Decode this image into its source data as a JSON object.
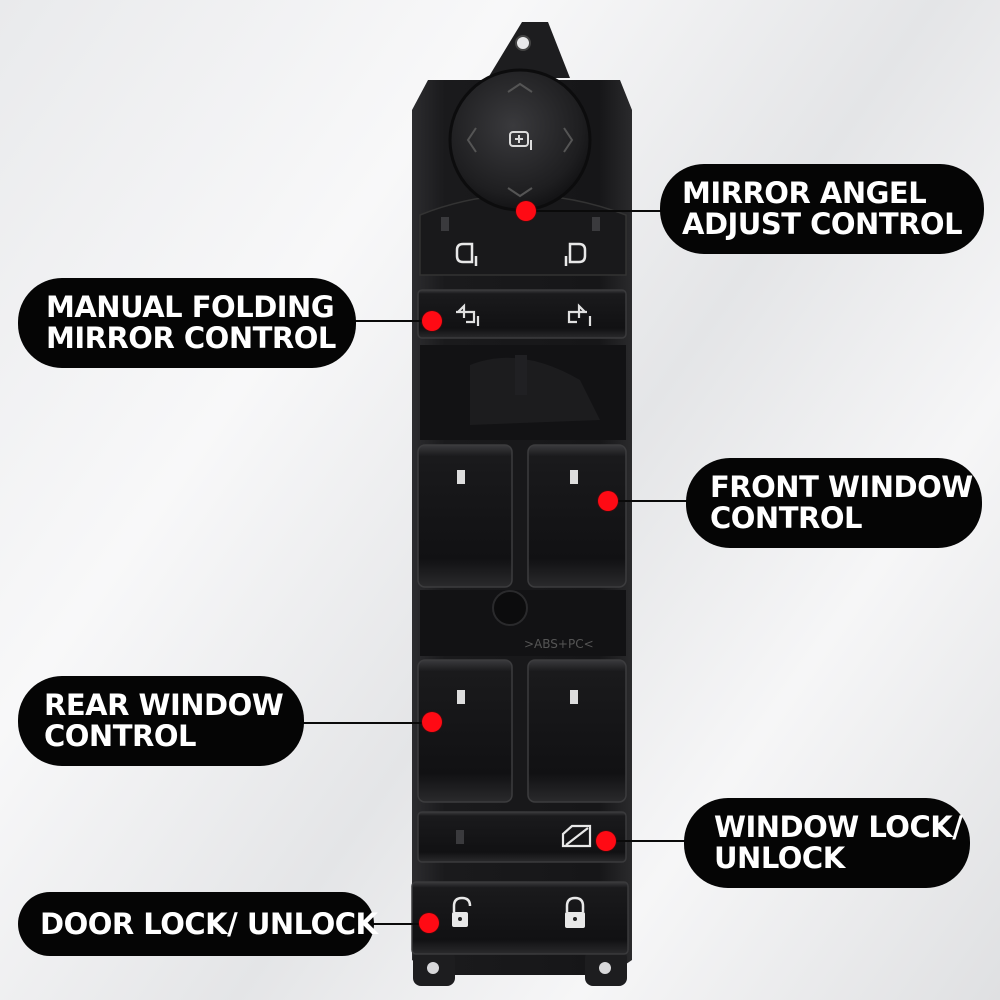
{
  "callouts": {
    "mirror_adjust": {
      "line1": "MIRROR ANGEL",
      "line2": "ADJUST CONTROL"
    },
    "manual_folding": {
      "line1": "MANUAL FOLDING",
      "line2": "MIRROR CONTROL"
    },
    "front_window": {
      "line1": "FRONT WINDOW",
      "line2": "CONTROL"
    },
    "rear_window": {
      "line1": "REAR WINDOW",
      "line2": "CONTROL"
    },
    "window_lock": {
      "line1": "WINDOW LOCK/",
      "line2": "UNLOCK"
    },
    "door_lock": {
      "line1": "DOOR LOCK/ UNLOCK"
    }
  },
  "panel": {
    "molded_text": ">ABS+PC<",
    "icons": [
      "mirror-joystick-icon",
      "mirror-left-icon",
      "mirror-right-icon",
      "fold-left-icon",
      "fold-right-icon",
      "window-lock-icon",
      "unlock-icon",
      "lock-icon"
    ]
  },
  "colors": {
    "callout_bg": "#050505",
    "callout_text": "#ffffff",
    "marker": "#ff0a14",
    "panel": "#1c1c1e"
  }
}
